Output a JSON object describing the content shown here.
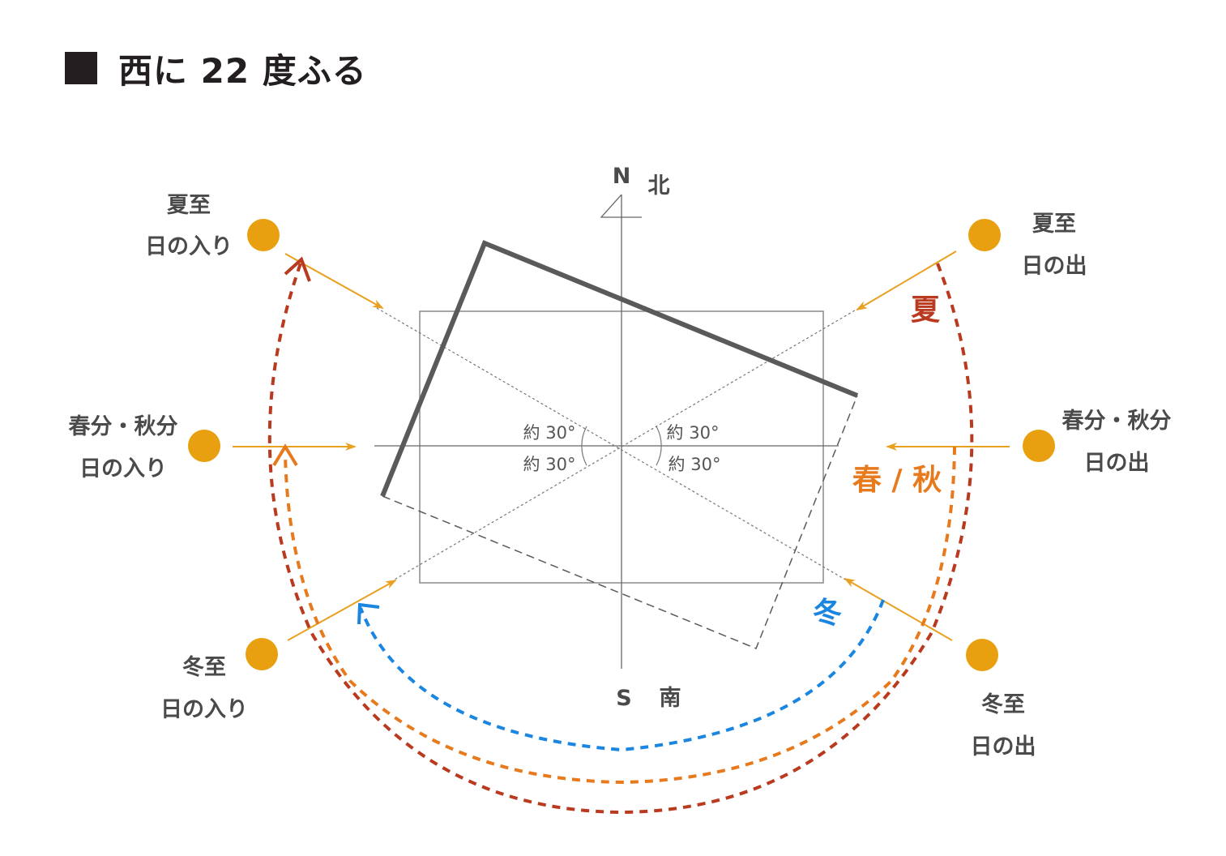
{
  "title": "西に 22 度ふる",
  "compass": {
    "north_letter": "N",
    "north_kanji": "北",
    "south_letter": "S",
    "south_kanji": "南"
  },
  "suns": {
    "summer_sunset": [
      "夏至",
      "日の入り"
    ],
    "summer_sunrise": [
      "夏至",
      "日の出"
    ],
    "equinox_sunset": [
      "春分・秋分",
      "日の入り"
    ],
    "equinox_sunrise": [
      "春分・秋分",
      "日の出"
    ],
    "winter_sunset": [
      "冬至",
      "日の入り"
    ],
    "winter_sunrise": [
      "冬至",
      "日の出"
    ]
  },
  "angles": [
    "約 30°",
    "約 30°",
    "約 30°",
    "約 30°"
  ],
  "seasons": {
    "summer": "夏",
    "equinox": "春 / 秋",
    "winter": "冬"
  },
  "colors": {
    "sun": "#e8a010",
    "ray": "#e8a020",
    "summer": "#b93a1e",
    "equinox": "#e87a1e",
    "winter": "#1a86e0",
    "house": "#5a5a5a"
  }
}
